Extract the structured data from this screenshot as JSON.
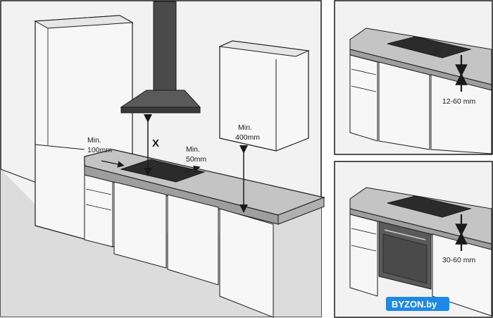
{
  "main": {
    "label_hood": "X",
    "label_side_min": "Min.",
    "label_side_value": "100mm",
    "label_wall_min": "Min.",
    "label_wall_value": "50mm",
    "label_cabinet_min": "Min.",
    "label_cabinet_value": "400mm"
  },
  "panel_top": {
    "label": "12-60 mm"
  },
  "panel_bottom": {
    "label": "30-60 mm"
  },
  "watermark": {
    "text": "BYZON.by"
  },
  "colors": {
    "line": "#1a1a1a",
    "wall": "#f2f2f2",
    "floor": "#dcdcdc",
    "counter": "#c4c4c4",
    "cabinet": "#f7f7f7",
    "hood": "#4a4a4a",
    "hob": "#2b2b2b",
    "oven": "#5a5a5a",
    "watermark_bg": "#1e88e5"
  }
}
